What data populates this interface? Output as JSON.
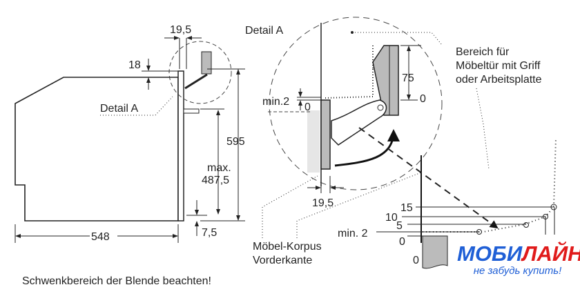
{
  "side_view": {
    "dim_top_width": "19,5",
    "dim_top_gap": "18",
    "detail_callout": "Detail A",
    "dim_height": "595",
    "dim_max_label": "max.",
    "dim_max_value": "487,5",
    "dim_depth": "548",
    "dim_bottom": "7,5"
  },
  "detail": {
    "title": "Detail A",
    "dim_min": "min.2",
    "dim_zero_left": "0",
    "dim_75": "75",
    "dim_zero_right": "0",
    "dim_bottom_width": "19,5",
    "area_label_lines": [
      "Bereich für",
      "Möbeltür mit Griff",
      "oder Arbeitsplatte"
    ],
    "cabinet_label_lines": [
      "Möbel-Korpus",
      "Vorderkante"
    ]
  },
  "swing_scale": {
    "levels": [
      "15",
      "10",
      "5",
      "min. 2",
      "0"
    ],
    "bottom_zero": "0"
  },
  "note": "Schwenkbereich der Blende beachten!",
  "logo": {
    "brand_blue": "МОБИ",
    "brand_red": "ЛАЙН",
    "tagline": "не забудь купить!",
    "blue": "#1f5fd6",
    "red": "#e01b1b"
  }
}
